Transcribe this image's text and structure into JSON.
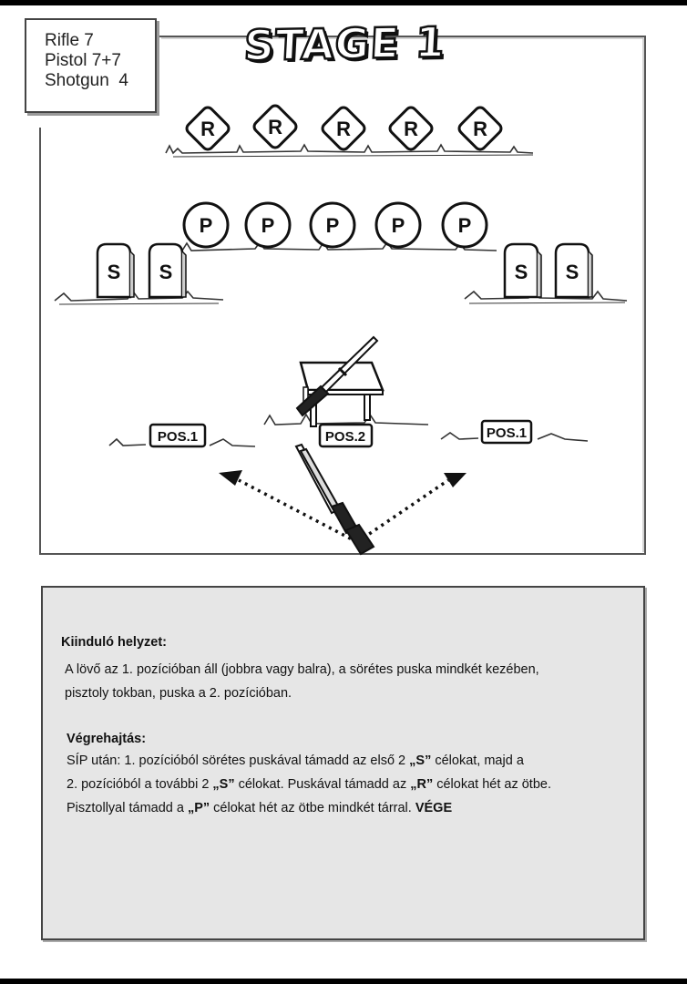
{
  "stage": {
    "title": "STAGE 1"
  },
  "ammo": {
    "lines": [
      "Rifle 7",
      "Pistol 7+7",
      "Shotgun  4"
    ]
  },
  "targets": {
    "rifle_label": "R",
    "pistol_label": "P",
    "shotgun_label": "S",
    "rifle_count": 5,
    "pistol_count": 5,
    "shotgun_count": 4
  },
  "positions": {
    "left": "POS.1",
    "center": "POS.2",
    "right": "POS.1"
  },
  "info": {
    "start_heading": "Kiinduló helyzet:",
    "start_line1": "A lövő az 1. pozícióban áll (jobbra vagy balra), a sörétes puska mindkét kezében,",
    "start_line2": "pisztoly tokban, puska a 2. pozícióban.",
    "exec_heading": "Végrehajtás:",
    "exec_l1_a": "SÍP után: 1. pozícióból sörétes puskával támadd az első 2 ",
    "exec_l1_b": "„S”",
    "exec_l1_c": " célokat, majd a",
    "exec_l2_a": "2. pozícióból a további 2 ",
    "exec_l2_b": "„S”",
    "exec_l2_c": " célokat. Puskával támadd az ",
    "exec_l2_d": "„R”",
    "exec_l2_e": " célokat hét az ötbe.",
    "exec_l3_a": "Pisztollyal támadd a ",
    "exec_l3_b": "„P”",
    "exec_l3_c": " célokat hét az ötbe mindkét tárral. ",
    "exec_l3_d": "VÉGE"
  }
}
